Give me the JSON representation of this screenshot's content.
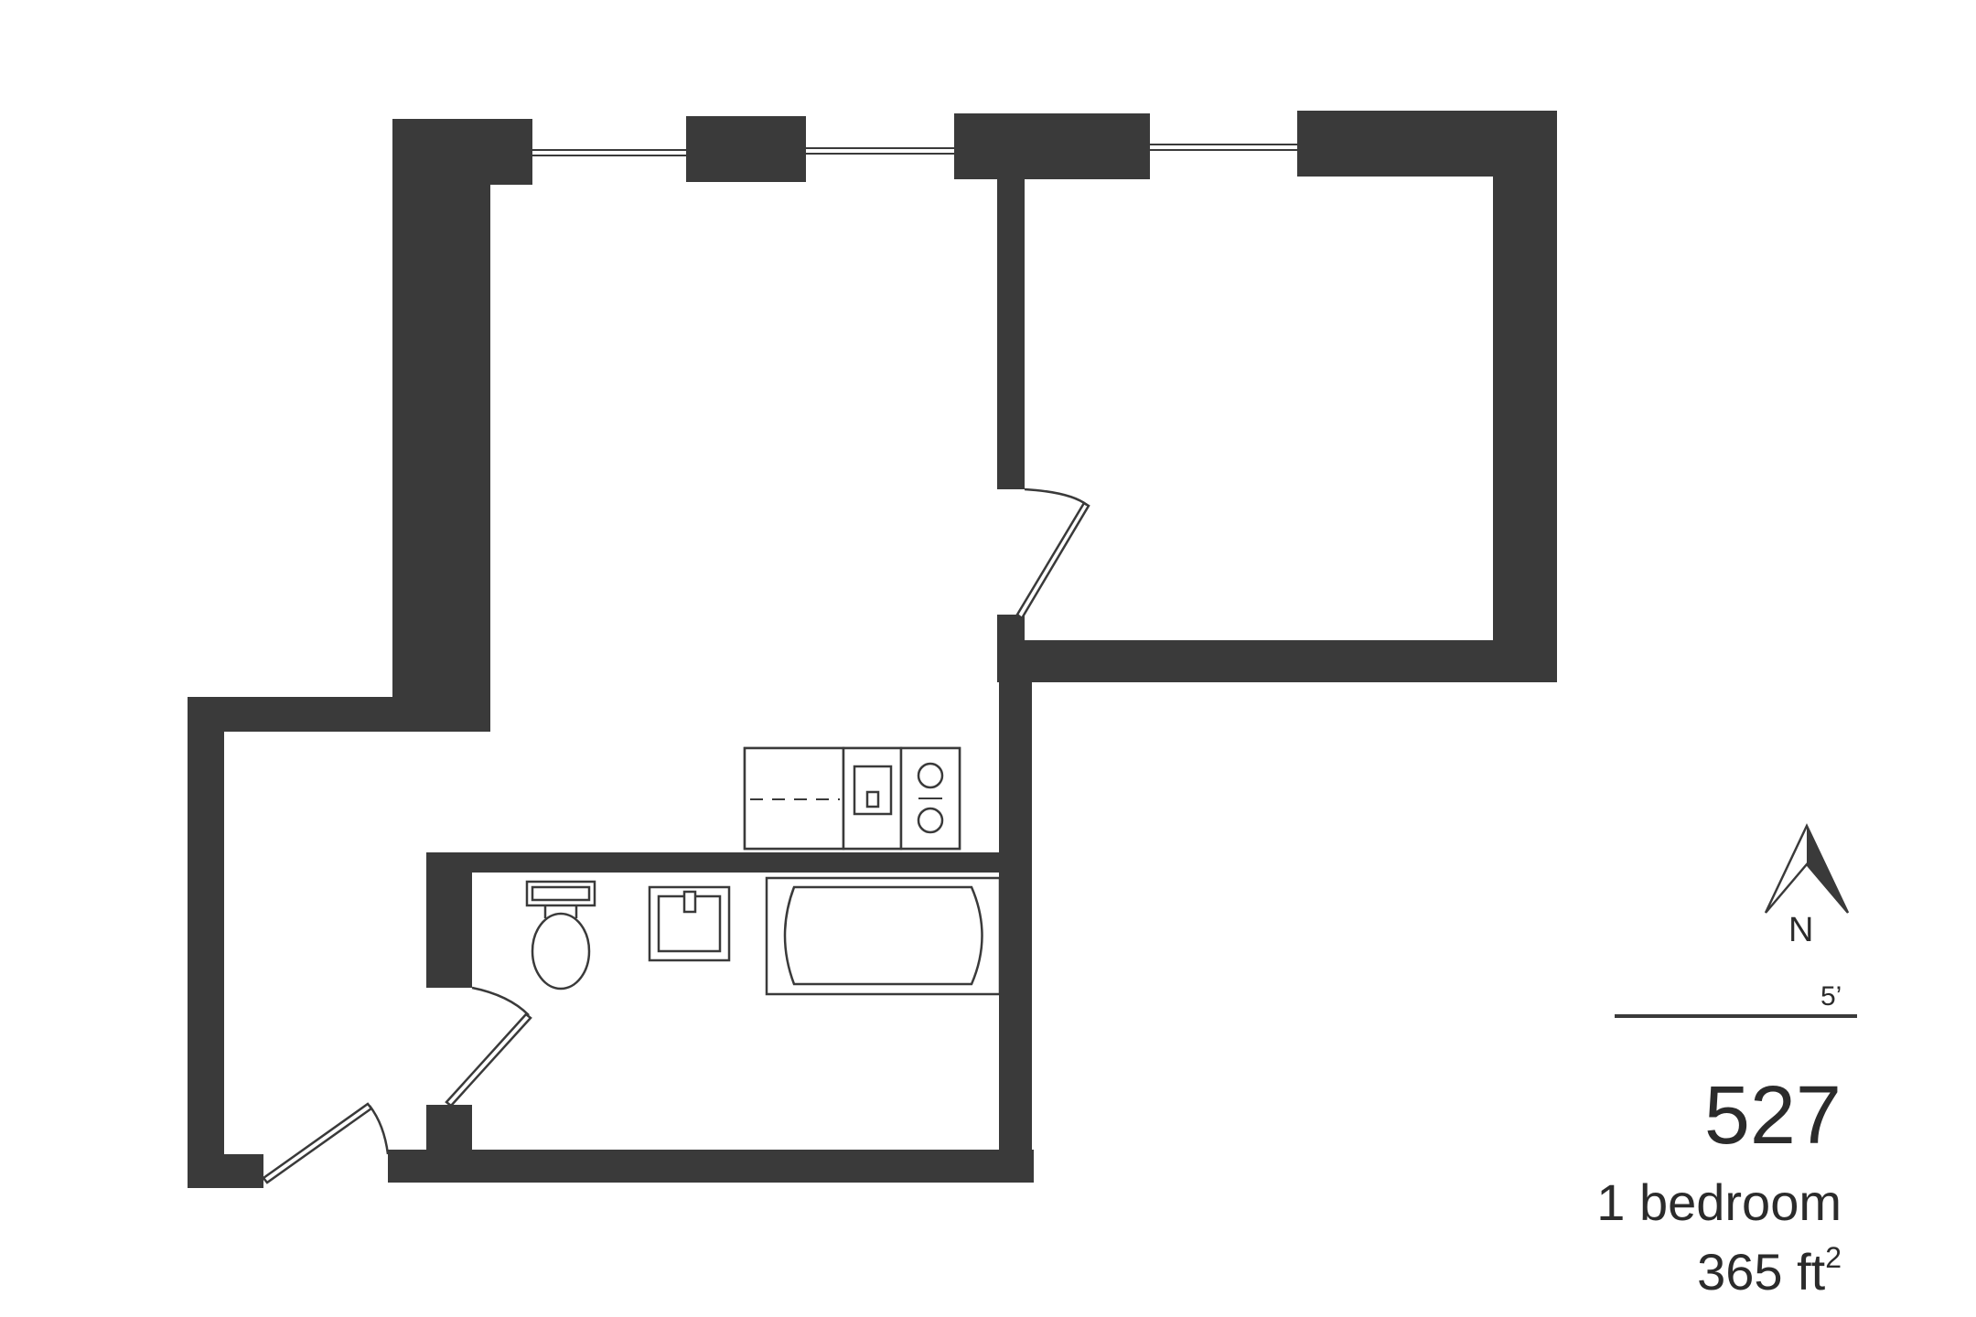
{
  "floorplan": {
    "unit_number": "527",
    "bedrooms": "1 bedroom",
    "area_value": "365 ft",
    "area_unit_superscript": "2"
  },
  "compass": {
    "north_label": "N",
    "icon": "north-arrow-icon"
  },
  "scale_bar": {
    "label": "5’"
  },
  "colors": {
    "wall": "#3a3a3a",
    "fixture_stroke": "#3a3a3a",
    "background": "#ffffff"
  }
}
